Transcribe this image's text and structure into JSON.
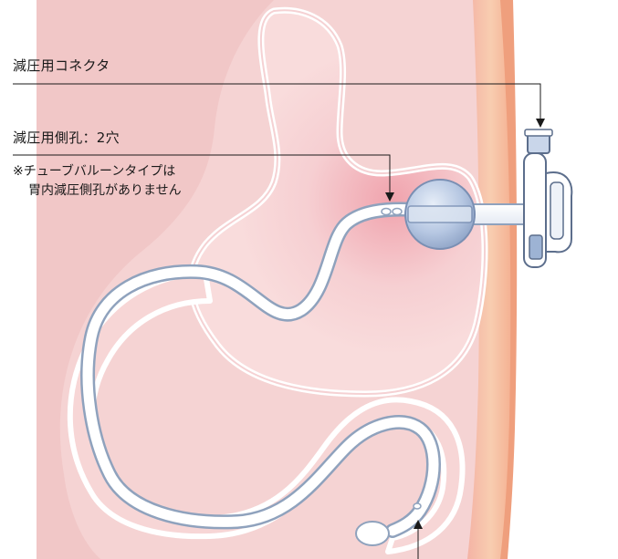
{
  "labels": {
    "connector": "減圧用コネクタ",
    "side_hole": "減圧用側孔：2穴",
    "note_line1": "※チューブバルーンタイプは",
    "note_line2": "胃内減圧側孔がありません"
  },
  "colors": {
    "abdomen_fill": "#f6d2d3",
    "abdomen_edge": "#efb6b8",
    "body_wall": "#f7c5a5",
    "skin": "#f3aa8a",
    "stomach_fill": "#f8d8d8",
    "stomach_inner_glow": "#f2b0b6",
    "stomach_outline": "#ffffff",
    "tube_fill": "#ffffff",
    "tube_stroke": "#8fa2bd",
    "balloon_fill": "#b8c9e3",
    "leader_line": "#1a1a1a"
  }
}
